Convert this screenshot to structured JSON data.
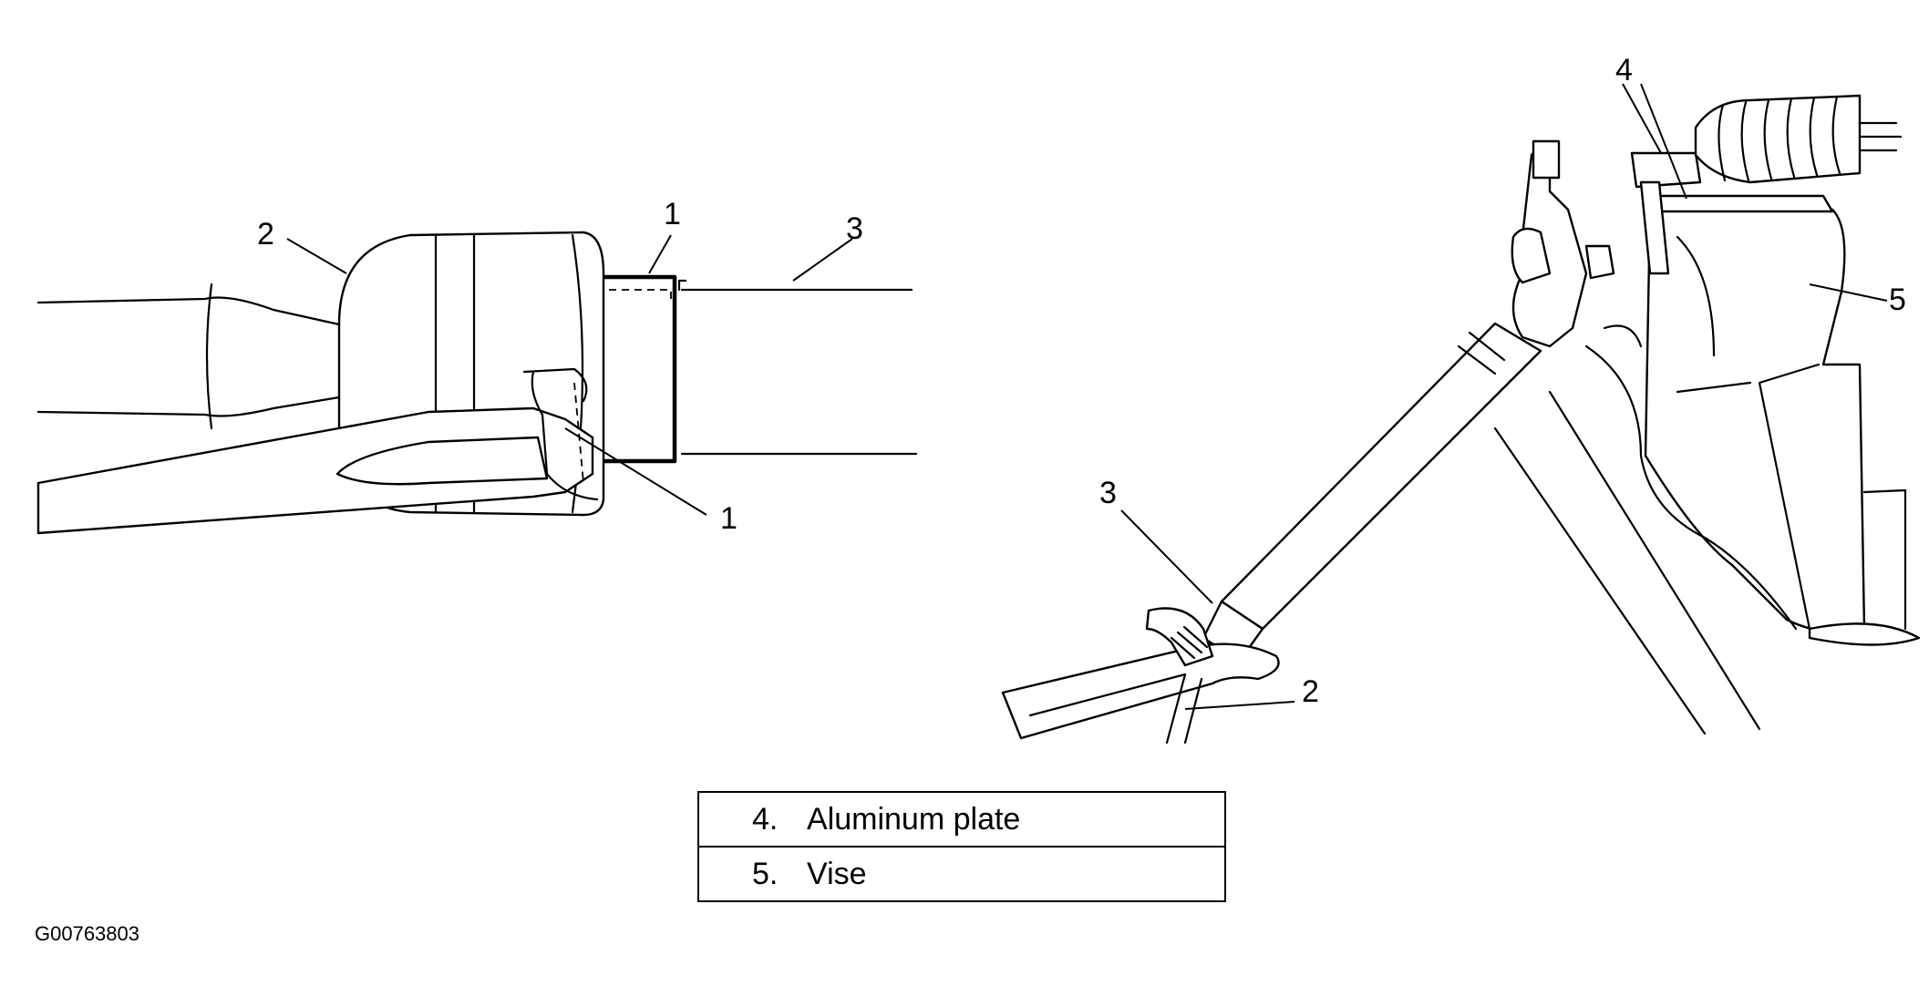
{
  "figure_id": "G00763803",
  "left_view": {
    "callouts": [
      {
        "id": "l-callout-2",
        "text": "2"
      },
      {
        "id": "l-callout-1-top",
        "text": "1"
      },
      {
        "id": "l-callout-3",
        "text": "3"
      },
      {
        "id": "l-callout-1-bottom",
        "text": "1"
      }
    ]
  },
  "right_view": {
    "callouts": [
      {
        "id": "r-callout-4",
        "text": "4"
      },
      {
        "id": "r-callout-5",
        "text": "5"
      },
      {
        "id": "r-callout-3",
        "text": "3"
      },
      {
        "id": "r-callout-2",
        "text": "2"
      }
    ]
  },
  "legend": [
    {
      "number": "4.",
      "label": "Aluminum plate"
    },
    {
      "number": "5.",
      "label": "Vise"
    }
  ]
}
